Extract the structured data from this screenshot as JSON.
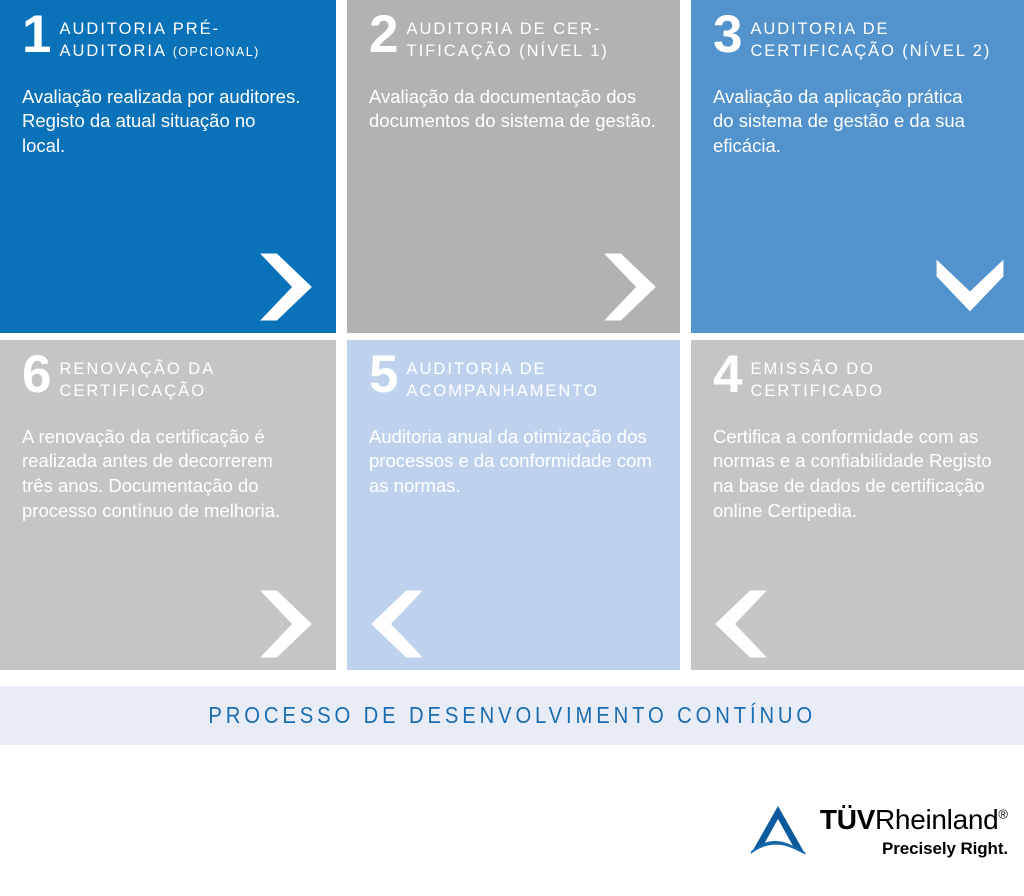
{
  "colors": {
    "blue_strong": "#0a72b9",
    "blue_medium": "#5292cd",
    "blue_light": "#bed2ee",
    "gray_dark": "#b2b2b2",
    "gray_light": "#c5c5c5",
    "banner_bg": "#e8ecf7",
    "banner_text": "#1b6cb0",
    "white": "#ffffff"
  },
  "steps": [
    {
      "number": "1",
      "title": "AUDITORIA PRÉ-AUDITORIA",
      "title_suffix": "(OPCIONAL)",
      "body": "Avaliação realizada por auditores. Registo da atual situação no local.",
      "arrow": "chevron-right-icon"
    },
    {
      "number": "2",
      "title": "AUDITORIA DE CER-TIFICAÇÃO (NÍVEL 1)",
      "title_suffix": "",
      "body": "Avaliação da documentação dos documentos do sistema de gestão.",
      "arrow": "chevron-right-icon"
    },
    {
      "number": "3",
      "title": "AUDITORIA DE CERTIFICAÇÃO (NÍVEL 2)",
      "title_suffix": "",
      "body": "Avaliação da aplicação prática do sistema de gestão e da sua eficácia.",
      "arrow": "chevron-down-icon"
    },
    {
      "number": "6",
      "title": "RENOVAÇÃO DA CERTIFICAÇÃO",
      "title_suffix": "",
      "body": "A renovação da certificação é realizada antes de decorrerem três anos. Documentação do processo contínuo de melhoria.",
      "arrow": "chevron-right-icon"
    },
    {
      "number": "5",
      "title": "AUDITORIA DE ACOMPANHAMENTO",
      "title_suffix": "",
      "body": "Auditoria anual da otimização dos processos e da conformidade com as normas.",
      "arrow": "chevron-left-icon"
    },
    {
      "number": "4",
      "title": "EMISSÃO DO CERTIFICADO",
      "title_suffix": "",
      "body": "Certifica a conformidade com as normas e a confiabilidade Registo na base de dados de certificação online Certipedia.",
      "arrow": "chevron-left-icon"
    }
  ],
  "banner": {
    "text": "PROCESSO DE DESENVOLVIMENTO CONTÍNUO"
  },
  "logo": {
    "mark": "tuv-rheinland-triangle-icon",
    "brand_bold": "TÜV",
    "brand_regular": "Rheinland",
    "registered_mark": "®",
    "claim": "Precisely Right."
  }
}
